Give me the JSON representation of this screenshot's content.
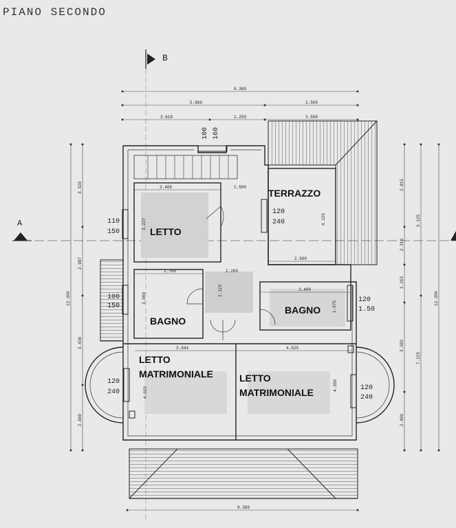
{
  "title": "PIANO SECONDO",
  "section_markers": {
    "b": "B",
    "a": "A"
  },
  "rooms": [
    {
      "id": "letto",
      "label": "LETTO"
    },
    {
      "id": "terrazzo",
      "label": "TERRAZZO"
    },
    {
      "id": "bagno_left",
      "label": "BAGNO"
    },
    {
      "id": "bagno_right",
      "label": "BAGNO"
    },
    {
      "id": "letto_matrimoniale_left",
      "label_1": "LETTO",
      "label_2": "MATRIMONIALE"
    },
    {
      "id": "letto_matrimoniale_right",
      "label_1": "LETTO",
      "label_2": "MATRIMONIALE"
    }
  ],
  "window_sizes": [
    {
      "top": "100",
      "bottom": "160"
    },
    {
      "top": "110",
      "bottom": "150"
    },
    {
      "top": "120",
      "bottom": "240"
    },
    {
      "top": "100",
      "bottom": "150"
    },
    {
      "top": "120",
      "bottom": "1.50"
    },
    {
      "top": "120",
      "bottom": "240"
    },
    {
      "top": "120",
      "bottom": "240"
    }
  ],
  "dimensions_top": [
    "9.369",
    "5.869",
    "3.500",
    "3.619",
    "2.250",
    "3.500"
  ],
  "dimensions_inner": [
    "3.469",
    "1.500",
    "2.769",
    "2.200",
    "3.400",
    "2.500",
    "3.944",
    "4.525"
  ],
  "dimensions_vertical_inner": [
    "3.227",
    "4.125",
    "2.123",
    "3.000",
    "1.975",
    "4.023",
    "4.350"
  ],
  "dimensions_left": [
    "12.350",
    "3.326",
    "2.987",
    "3.436",
    "2.600"
  ],
  "dimensions_right": [
    "2.815",
    "5.125",
    "2.310",
    "1.263",
    "3.583",
    "7.225",
    "12.350",
    "2.400"
  ],
  "dimensions_bottom": [
    "9.369"
  ]
}
